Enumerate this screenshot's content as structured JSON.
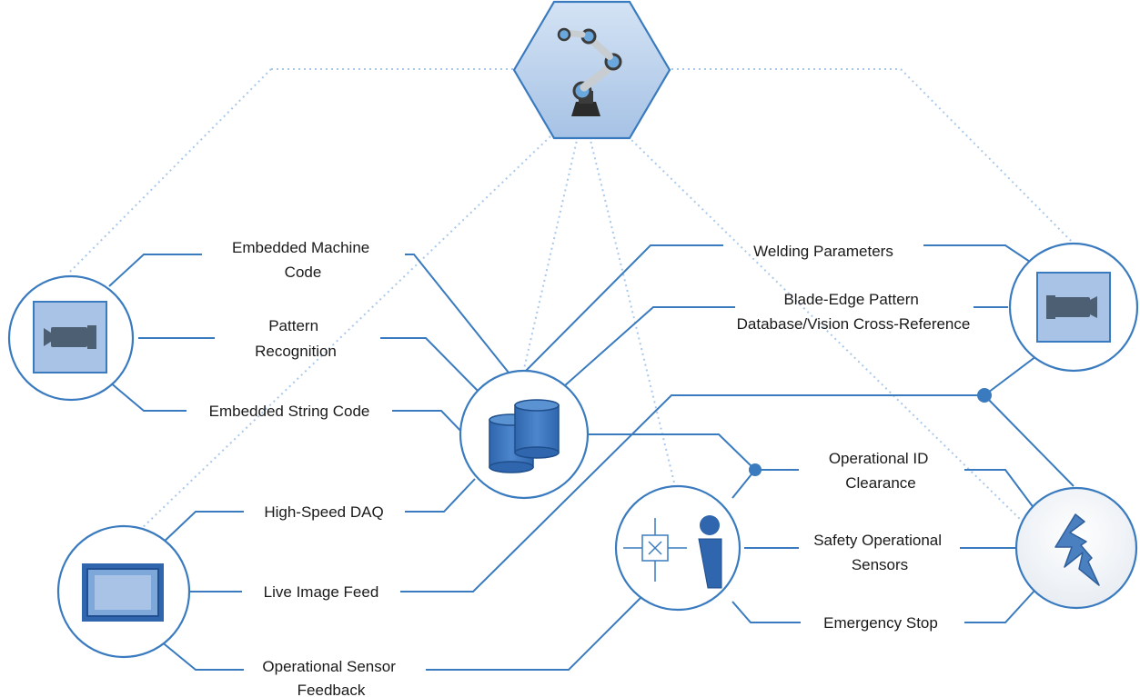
{
  "labels": {
    "embedded_machine_code": [
      "Embedded Machine",
      "Code"
    ],
    "pattern_recognition": [
      "Pattern",
      "Recognition"
    ],
    "embedded_string_code": [
      "Embedded String Code"
    ],
    "high_speed_daq": [
      "High-Speed DAQ"
    ],
    "live_image_feed": [
      "Live Image Feed"
    ],
    "operational_sensor_feedback": [
      "Operational Sensor",
      "Feedback"
    ],
    "welding_parameters": [
      "Welding Parameters"
    ],
    "blade_edge_pattern": [
      "Blade-Edge Pattern",
      "Database/Vision Cross-Reference"
    ],
    "operational_id_clearance": [
      "Operational ID",
      "Clearance"
    ],
    "safety_operational_sensors": [
      "Safety Operational",
      "Sensors"
    ],
    "emergency_stop": [
      "Emergency Stop"
    ]
  },
  "nodes": {
    "robot_hub": "robot-arm-icon",
    "vision_left": "camera-icon",
    "display": "monitor-icon",
    "database": "database-icon",
    "safety": "access-control-icon",
    "vision_right": "camera-icon",
    "power": "lightning-icon"
  },
  "colors": {
    "line": "#3a7bbf",
    "dotted": "#a9c8ea",
    "icon_fill": "#4a7fc0",
    "icon_bg": "#a8c3e6"
  }
}
